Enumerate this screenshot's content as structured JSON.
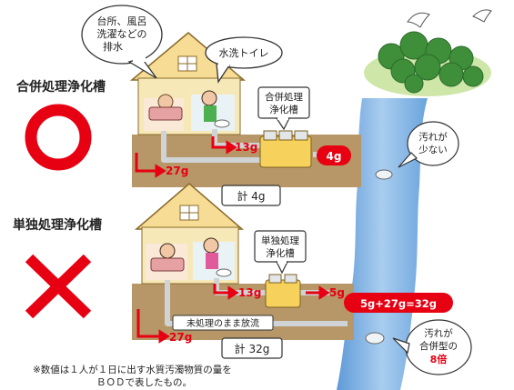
{
  "sections": {
    "combined": {
      "title": "合併処理浄化槽",
      "verdict": "○",
      "callout_bath": [
        "台所、風呂",
        "洗濯などの",
        "排水"
      ],
      "callout_toilet": "水洗トイレ",
      "tank_label": [
        "合併処理",
        "浄化槽"
      ],
      "toilet_load": "13g",
      "kitchen_load": "27g",
      "discharge": "4g",
      "total": "計  4g",
      "river_note": [
        "汚れが",
        "少ない"
      ]
    },
    "single": {
      "title": "単独処理浄化槽",
      "verdict": "×",
      "tank_label": [
        "単独処理",
        "浄化槽"
      ],
      "toilet_load": "13g",
      "treated_out": "5g",
      "kitchen_load": "27g",
      "untreated_label": "未処理のまま放流",
      "discharge": "5g+27g=32g",
      "total": "計  32g",
      "river_note": [
        "汚れが",
        "合併型の"
      ],
      "river_note_emph": "8倍"
    }
  },
  "footnote": [
    "※数値は１人が１日に出す水質汚濁物質の量を",
    "ＢＯＤで表したもの。"
  ],
  "colors": {
    "accent_red": "#e60012",
    "house_wall": "#f7e8b8",
    "roof": "#f6dc94",
    "soil": "#b79768",
    "river": "#7fb2e0",
    "forest": "#3f8f3a",
    "pipe_gray": "#cfd3d6",
    "tank_yellow": "#f6d15c"
  }
}
